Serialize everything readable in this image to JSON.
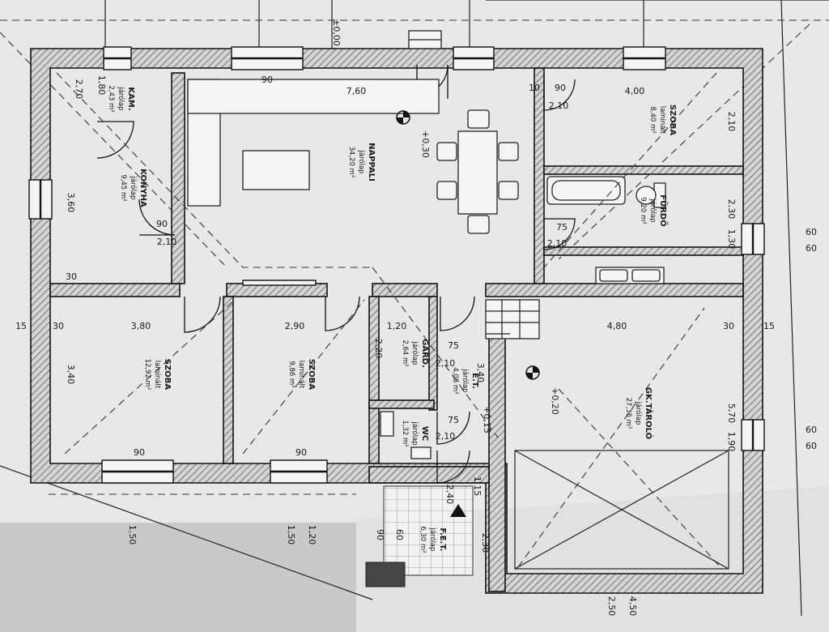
{
  "rooms": [
    {
      "id": "nappali",
      "name": "NAPPALI",
      "floor": "járólap",
      "area": "34,20 m²",
      "level": "+0,30"
    },
    {
      "id": "konyha",
      "name": "KONYHA",
      "floor": "járólap",
      "area": "9,45 m²"
    },
    {
      "id": "kam",
      "name": "KAM.",
      "floor": "járólap",
      "area": "2,43 m²"
    },
    {
      "id": "szoba-ne",
      "name": "SZOBA",
      "floor": "laminált",
      "area": "8,40 m²"
    },
    {
      "id": "furdo",
      "name": "FÜRDŐ",
      "floor": "járólap",
      "area": "9,20 m²"
    },
    {
      "id": "szoba-sw",
      "name": "SZOBA",
      "floor": "laminált",
      "area": "12,92 m²"
    },
    {
      "id": "szoba-s",
      "name": "SZOBA",
      "floor": "laminált",
      "area": "9,86 m²"
    },
    {
      "id": "gard",
      "name": "GARD.",
      "floor": "járólap",
      "area": "2,64 m²"
    },
    {
      "id": "et",
      "name": "E.T.",
      "floor": "járólap",
      "area": "4,08 m²"
    },
    {
      "id": "wc",
      "name": "WC",
      "floor": "járólap",
      "area": "1,32 m²"
    },
    {
      "id": "fet",
      "name": "F.E.T.",
      "floor": "járólap",
      "area": "6,30 m²"
    },
    {
      "id": "garage",
      "name": "GK.TÁROLÓ",
      "floor": "járólap",
      "area": "27,36 m²",
      "level": "+0,20"
    }
  ],
  "levels": {
    "entrance": "+0,15",
    "top": "±0,00"
  },
  "dimensions": {
    "top_room_width": "7,60",
    "ne_room_width": "4,00",
    "sw_room_width": "3,80",
    "s_room_width": "2,90",
    "corridor_width": "1,20",
    "garage_width": "4,80",
    "garage_depth": "5,70",
    "entrance_width": "2,40",
    "stair_width": "1,15",
    "south_depth_a": "1,50",
    "south_depth_b": "1,50",
    "south_depth_c": "1,20",
    "bottom_a": "2,50",
    "bottom_b": "4,50",
    "kitchen_depth": "3,60",
    "room_depth": "3,40",
    "gard_depth": "2,20",
    "et_depth": "3,40",
    "ne_depth": "2,10",
    "bath_depth": "2,30",
    "side_a": "1,30",
    "side_b": "1,90",
    "fet_depth": "2,30",
    "h_a": "1,80",
    "h_b": "2,70",
    "door_90": "90",
    "door_75": "75",
    "door_60": "60",
    "wall_30": "30",
    "wall_15": "15",
    "wall_10": "10",
    "height_210": "2,10",
    "edge_60": "60"
  }
}
